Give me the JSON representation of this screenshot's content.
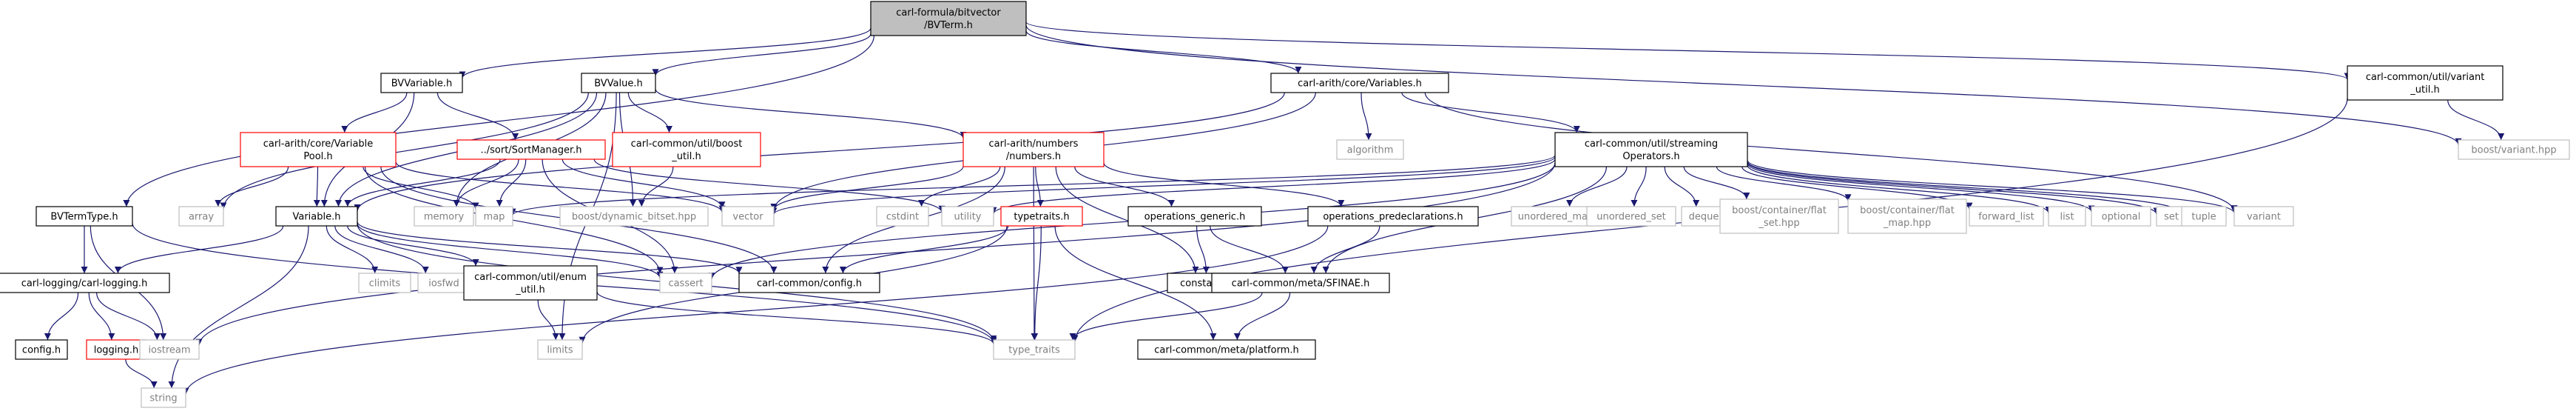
{
  "diagram": {
    "nodes": [
      {
        "id": "root",
        "lines": [
          "carl-formula/bitvector",
          "/BVTerm.h"
        ],
        "style": "root"
      },
      {
        "id": "bvvariable",
        "lines": [
          "BVVariable.h"
        ],
        "style": "normal"
      },
      {
        "id": "bvvalue",
        "lines": [
          "BVValue.h"
        ],
        "style": "normal"
      },
      {
        "id": "variables",
        "lines": [
          "carl-arith/core/Variables.h"
        ],
        "style": "normal"
      },
      {
        "id": "variant_util",
        "lines": [
          "carl-common/util/variant",
          "_util.h"
        ],
        "style": "normal"
      },
      {
        "id": "variablepool",
        "lines": [
          "carl-arith/core/Variable",
          "Pool.h"
        ],
        "style": "red"
      },
      {
        "id": "sortmanager",
        "lines": [
          "../sort/SortManager.h"
        ],
        "style": "red"
      },
      {
        "id": "boost_util",
        "lines": [
          "carl-common/util/boost",
          "_util.h"
        ],
        "style": "red"
      },
      {
        "id": "numbers",
        "lines": [
          "carl-arith/numbers",
          "/numbers.h"
        ],
        "style": "red"
      },
      {
        "id": "algorithm",
        "lines": [
          "algorithm"
        ],
        "style": "grey"
      },
      {
        "id": "streaming",
        "lines": [
          "carl-common/util/streaming",
          "Operators.h"
        ],
        "style": "normal"
      },
      {
        "id": "boost_variant",
        "lines": [
          "boost/variant.hpp"
        ],
        "style": "grey"
      },
      {
        "id": "bvtermtype",
        "lines": [
          "BVTermType.h"
        ],
        "style": "normal"
      },
      {
        "id": "array",
        "lines": [
          "array"
        ],
        "style": "grey"
      },
      {
        "id": "variable",
        "lines": [
          "Variable.h"
        ],
        "style": "normal"
      },
      {
        "id": "memory",
        "lines": [
          "memory"
        ],
        "style": "grey"
      },
      {
        "id": "map",
        "lines": [
          "map"
        ],
        "style": "grey"
      },
      {
        "id": "dyn_bitset",
        "lines": [
          "boost/dynamic_bitset.hpp"
        ],
        "style": "grey"
      },
      {
        "id": "vector",
        "lines": [
          "vector"
        ],
        "style": "grey"
      },
      {
        "id": "cstdint",
        "lines": [
          "cstdint"
        ],
        "style": "grey"
      },
      {
        "id": "utility",
        "lines": [
          "utility"
        ],
        "style": "grey"
      },
      {
        "id": "typetraits_h",
        "lines": [
          "typetraits.h"
        ],
        "style": "red"
      },
      {
        "id": "ops_generic",
        "lines": [
          "operations_generic.h"
        ],
        "style": "normal"
      },
      {
        "id": "ops_predecl",
        "lines": [
          "operations_predeclarations.h"
        ],
        "style": "normal"
      },
      {
        "id": "unordered_map",
        "lines": [
          "unordered_map"
        ],
        "style": "grey"
      },
      {
        "id": "unordered_set",
        "lines": [
          "unordered_set"
        ],
        "style": "grey"
      },
      {
        "id": "deque",
        "lines": [
          "deque"
        ],
        "style": "grey"
      },
      {
        "id": "flat_set",
        "lines": [
          "boost/container/flat",
          "_set.hpp"
        ],
        "style": "grey"
      },
      {
        "id": "flat_map",
        "lines": [
          "boost/container/flat",
          "_map.hpp"
        ],
        "style": "grey"
      },
      {
        "id": "forward_list",
        "lines": [
          "forward_list"
        ],
        "style": "grey"
      },
      {
        "id": "list",
        "lines": [
          "list"
        ],
        "style": "grey"
      },
      {
        "id": "optional",
        "lines": [
          "optional"
        ],
        "style": "grey"
      },
      {
        "id": "set",
        "lines": [
          "set"
        ],
        "style": "grey"
      },
      {
        "id": "tuple",
        "lines": [
          "tuple"
        ],
        "style": "grey"
      },
      {
        "id": "variant",
        "lines": [
          "variant"
        ],
        "style": "grey"
      },
      {
        "id": "logging",
        "lines": [
          "carl-logging/carl-logging.h"
        ],
        "style": "normal"
      },
      {
        "id": "climits",
        "lines": [
          "climits"
        ],
        "style": "grey"
      },
      {
        "id": "iosfwd",
        "lines": [
          "iosfwd"
        ],
        "style": "grey"
      },
      {
        "id": "enum_util",
        "lines": [
          "carl-common/util/enum",
          "_util.h"
        ],
        "style": "normal"
      },
      {
        "id": "cassert",
        "lines": [
          "cassert"
        ],
        "style": "grey"
      },
      {
        "id": "config_common",
        "lines": [
          "carl-common/config.h"
        ],
        "style": "normal"
      },
      {
        "id": "constants",
        "lines": [
          "constants.h"
        ],
        "style": "normal"
      },
      {
        "id": "sfinae",
        "lines": [
          "carl-common/meta/SFINAE.h"
        ],
        "style": "normal"
      },
      {
        "id": "config_h",
        "lines": [
          "config.h"
        ],
        "style": "normal"
      },
      {
        "id": "logging_h",
        "lines": [
          "logging.h"
        ],
        "style": "red"
      },
      {
        "id": "iostream",
        "lines": [
          "iostream"
        ],
        "style": "grey"
      },
      {
        "id": "limits",
        "lines": [
          "limits"
        ],
        "style": "grey"
      },
      {
        "id": "type_traits",
        "lines": [
          "type_traits"
        ],
        "style": "grey"
      },
      {
        "id": "platform",
        "lines": [
          "carl-common/meta/platform.h"
        ],
        "style": "normal"
      },
      {
        "id": "string",
        "lines": [
          "string"
        ],
        "style": "grey"
      }
    ],
    "edges": [
      [
        "root",
        "bvvariable"
      ],
      [
        "root",
        "bvvalue"
      ],
      [
        "root",
        "variables"
      ],
      [
        "root",
        "variant_util"
      ],
      [
        "root",
        "boost_variant"
      ],
      [
        "root",
        "bvtermtype"
      ],
      [
        "bvvariable",
        "variablepool"
      ],
      [
        "bvvariable",
        "sortmanager"
      ],
      [
        "bvvariable",
        "variable"
      ],
      [
        "bvvalue",
        "array"
      ],
      [
        "bvvalue",
        "memory"
      ],
      [
        "bvvalue",
        "dyn_bitset"
      ],
      [
        "bvvalue",
        "boost_util"
      ],
      [
        "bvvalue",
        "numbers"
      ],
      [
        "bvvalue",
        "variable"
      ],
      [
        "bvvalue",
        "limits"
      ],
      [
        "variables",
        "algorithm"
      ],
      [
        "variables",
        "streaming"
      ],
      [
        "variables",
        "variable"
      ],
      [
        "variables",
        "vector"
      ],
      [
        "variables",
        "variant"
      ],
      [
        "variant_util",
        "boost_variant"
      ],
      [
        "variant_util",
        "type_traits"
      ],
      [
        "variablepool",
        "variable"
      ],
      [
        "variablepool",
        "array"
      ],
      [
        "variablepool",
        "map"
      ],
      [
        "variablepool",
        "config_common"
      ],
      [
        "variablepool",
        "cassert"
      ],
      [
        "variablepool",
        "vector"
      ],
      [
        "sortmanager",
        "variable"
      ],
      [
        "sortmanager",
        "map"
      ],
      [
        "sortmanager",
        "memory"
      ],
      [
        "sortmanager",
        "vector"
      ],
      [
        "sortmanager",
        "utility"
      ],
      [
        "sortmanager",
        "cassert"
      ],
      [
        "boost_util",
        "dyn_bitset"
      ],
      [
        "numbers",
        "typetraits_h"
      ],
      [
        "numbers",
        "ops_generic"
      ],
      [
        "numbers",
        "ops_predecl"
      ],
      [
        "numbers",
        "constants"
      ],
      [
        "numbers",
        "config_common"
      ],
      [
        "numbers",
        "cstdint"
      ],
      [
        "numbers",
        "vector"
      ],
      [
        "numbers",
        "type_traits"
      ],
      [
        "streaming",
        "unordered_map"
      ],
      [
        "streaming",
        "unordered_set"
      ],
      [
        "streaming",
        "deque"
      ],
      [
        "streaming",
        "flat_set"
      ],
      [
        "streaming",
        "flat_map"
      ],
      [
        "streaming",
        "forward_list"
      ],
      [
        "streaming",
        "list"
      ],
      [
        "streaming",
        "optional"
      ],
      [
        "streaming",
        "set"
      ],
      [
        "streaming",
        "tuple"
      ],
      [
        "streaming",
        "variant"
      ],
      [
        "streaming",
        "map"
      ],
      [
        "streaming",
        "vector"
      ],
      [
        "streaming",
        "utility"
      ],
      [
        "streaming",
        "iostream"
      ],
      [
        "streaming",
        "cassert"
      ],
      [
        "streaming",
        "sfinae"
      ],
      [
        "bvtermtype",
        "logging"
      ],
      [
        "bvtermtype",
        "iostream"
      ],
      [
        "bvtermtype",
        "type_traits"
      ],
      [
        "variable",
        "logging"
      ],
      [
        "variable",
        "climits"
      ],
      [
        "variable",
        "iosfwd"
      ],
      [
        "variable",
        "enum_util"
      ],
      [
        "variable",
        "cassert"
      ],
      [
        "variable",
        "config_common"
      ],
      [
        "variable",
        "string"
      ],
      [
        "variable",
        "type_traits"
      ],
      [
        "typetraits_h",
        "config_common"
      ],
      [
        "typetraits_h",
        "limits"
      ],
      [
        "typetraits_h",
        "type_traits"
      ],
      [
        "typetraits_h",
        "platform"
      ],
      [
        "ops_generic",
        "constants"
      ],
      [
        "ops_generic",
        "sfinae"
      ],
      [
        "ops_predecl",
        "sfinae"
      ],
      [
        "ops_predecl",
        "string"
      ],
      [
        "logging",
        "config_h"
      ],
      [
        "logging",
        "logging_h"
      ],
      [
        "logging",
        "iostream"
      ],
      [
        "enum_util",
        "limits"
      ],
      [
        "enum_util",
        "type_traits"
      ],
      [
        "sfinae",
        "type_traits"
      ],
      [
        "sfinae",
        "platform"
      ],
      [
        "logging_h",
        "string"
      ]
    ]
  }
}
